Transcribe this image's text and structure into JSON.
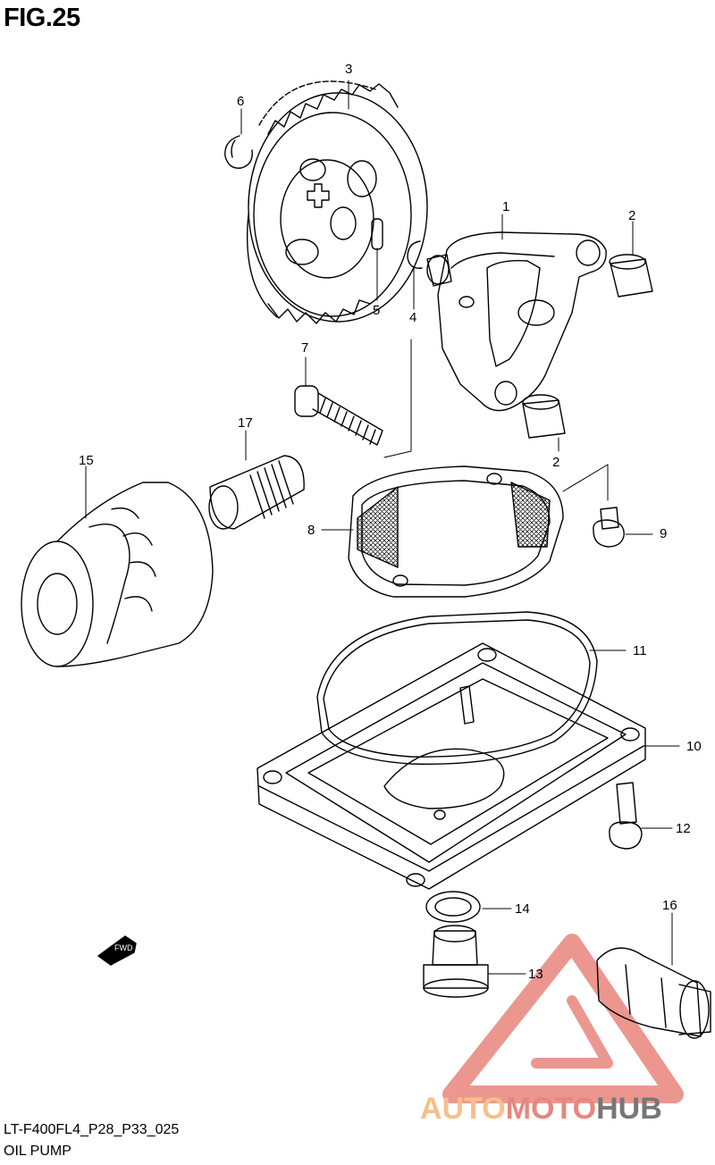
{
  "figure": {
    "title": "FIG.25"
  },
  "footer": {
    "code": "LT-F400FL4_P28_P33_025",
    "name": "OIL PUMP"
  },
  "callouts": [
    "1",
    "2",
    "2",
    "3",
    "4",
    "5",
    "6",
    "7",
    "8",
    "9",
    "10",
    "11",
    "12",
    "13",
    "14",
    "15",
    "16",
    "17"
  ],
  "direction_arrow": {
    "label": "FWD"
  },
  "watermark": {
    "part1": "AUTO",
    "part2": "MOTO",
    "part3": "HUB",
    "colors": {
      "auto": "#f6c08a",
      "moto": "#e8867c",
      "hub": "#777777"
    }
  }
}
